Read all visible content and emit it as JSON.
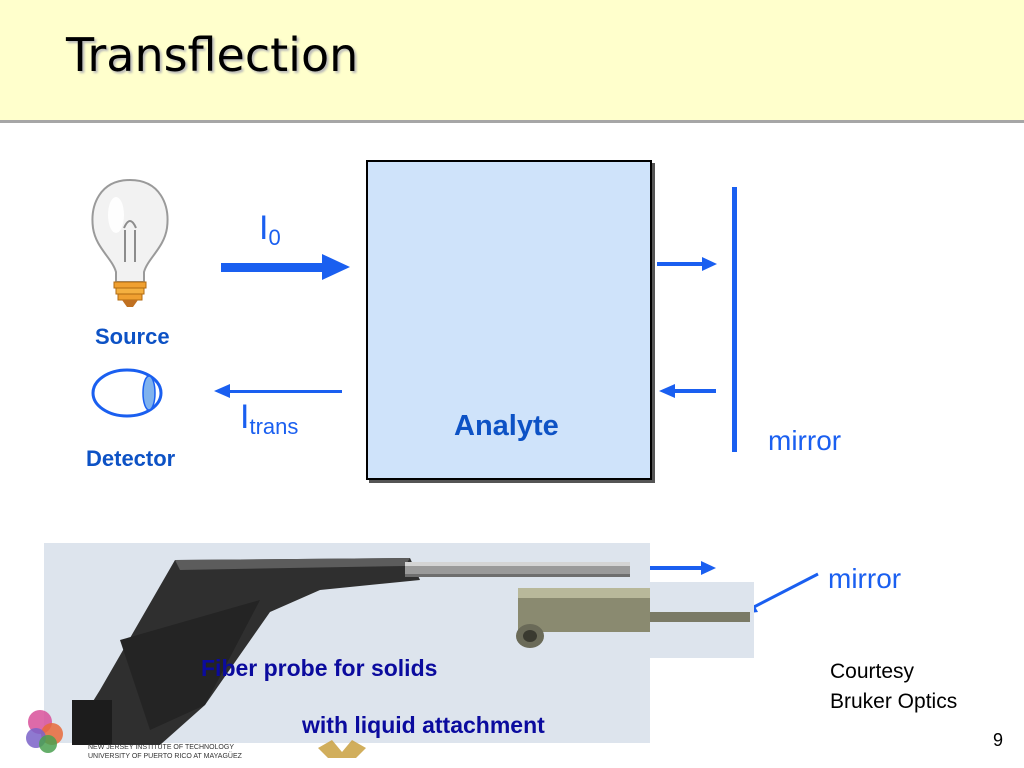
{
  "slide": {
    "title": "Transflection",
    "page_number": "9"
  },
  "diagram": {
    "source_label": "Source",
    "detector_label": "Detector",
    "incident_symbol": "I",
    "incident_subscript": "0",
    "transmitted_symbol": "I",
    "transmitted_subscript": "trans",
    "analyte_label": "Analyte",
    "mirror_label": "mirror"
  },
  "photo": {
    "caption_line1": "Fiber probe for solids",
    "caption_line2": "with liquid attachment",
    "mirror_label": "mirror",
    "credit_line1": "Courtesy",
    "credit_line2": "Bruker Optics"
  },
  "footer": {
    "institution_line1": "NEW JERSEY INSTITUTE OF TECHNOLOGY",
    "institution_line2": "UNIVERSITY OF PUERTO RICO AT MAYAGÜEZ"
  },
  "colors": {
    "header_bg": "#ffffcc",
    "arrow_blue": "#1a5ff0",
    "analyte_fill": "#cfe3fa",
    "label_blue": "#0d52c5",
    "caption_navy": "#0b0b9e"
  }
}
